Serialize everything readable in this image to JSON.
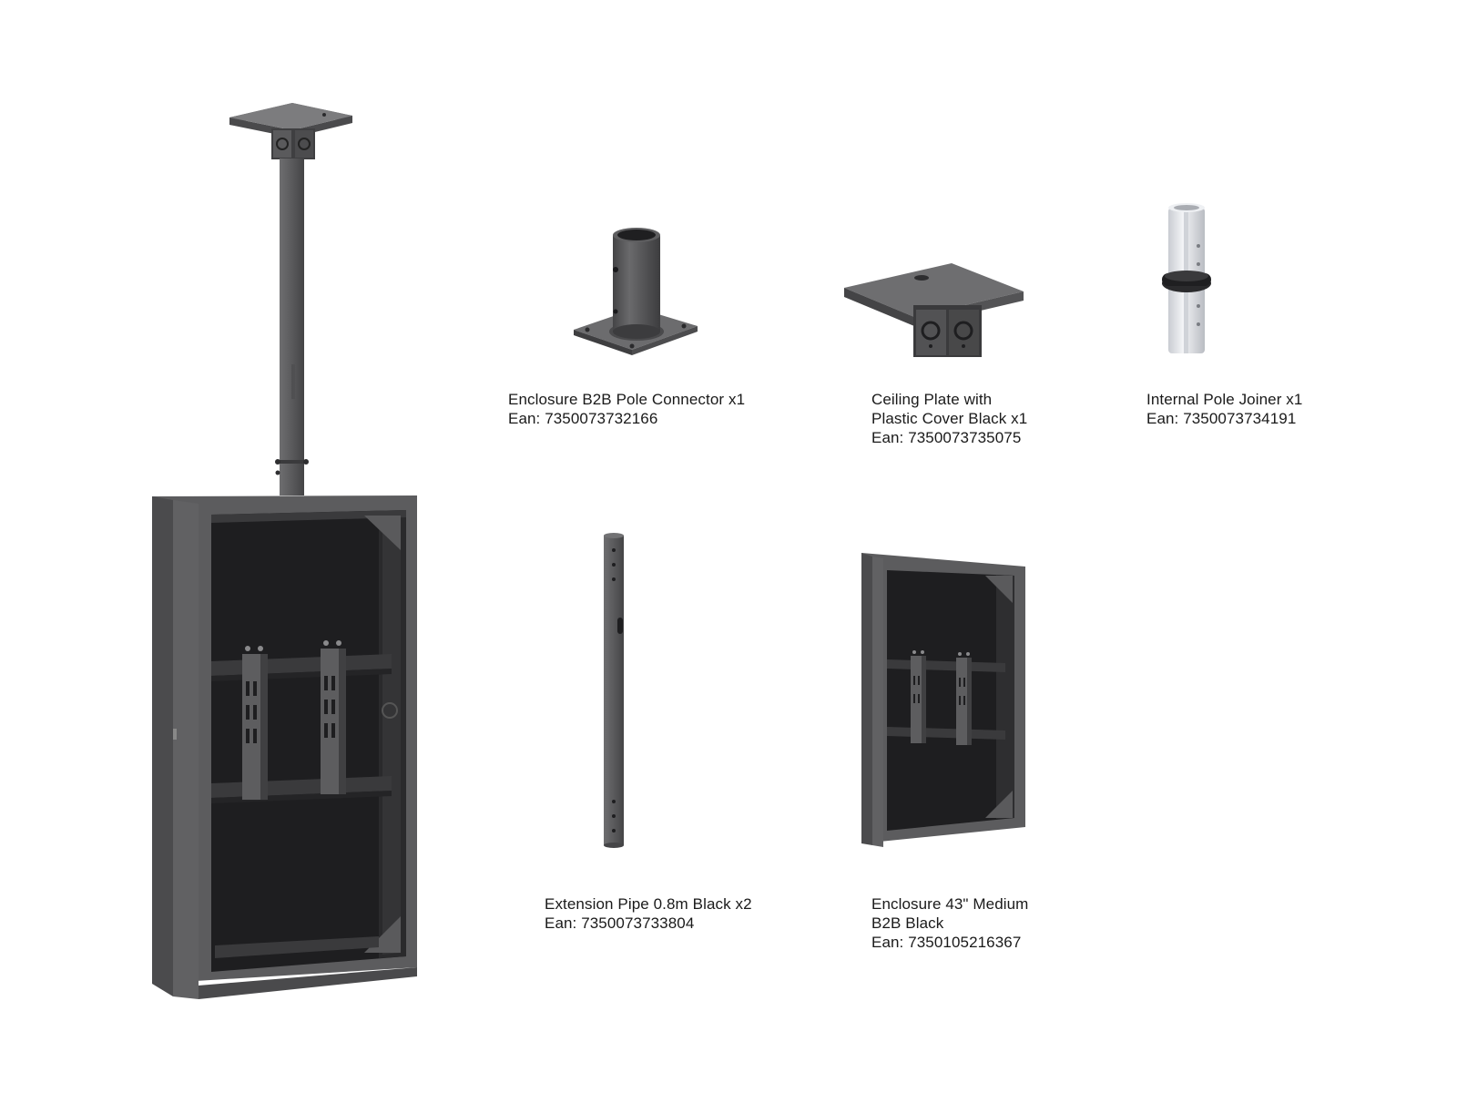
{
  "colors": {
    "metal": "#5c5c5e",
    "metal_dark": "#3a3a3c",
    "metal_light": "#7a7a7c",
    "interior": "#1e1e20",
    "joiner": "#e4e6ea",
    "text": "#1a1a1a"
  },
  "items": [
    {
      "name_lines": [
        "Enclosure B2B Pole Connector x1"
      ],
      "ean": "Ean: 7350073732166",
      "icon": "pole-connector-image"
    },
    {
      "name_lines": [
        "Ceiling Plate with",
        "Plastic Cover Black x1"
      ],
      "ean": "Ean: 7350073735075",
      "icon": "ceiling-plate-image"
    },
    {
      "name_lines": [
        "Internal Pole Joiner x1"
      ],
      "ean": "Ean: 7350073734191",
      "icon": "pole-joiner-image"
    },
    {
      "name_lines": [
        "Extension Pipe 0.8m Black x2"
      ],
      "ean": "Ean: 7350073733804",
      "icon": "extension-pipe-image"
    },
    {
      "name_lines": [
        "Enclosure 43\" Medium",
        "B2B Black"
      ],
      "ean": "Ean: 7350105216367",
      "icon": "enclosure-image"
    }
  ],
  "hero_icon": "ceiling-mounted-enclosure-image"
}
